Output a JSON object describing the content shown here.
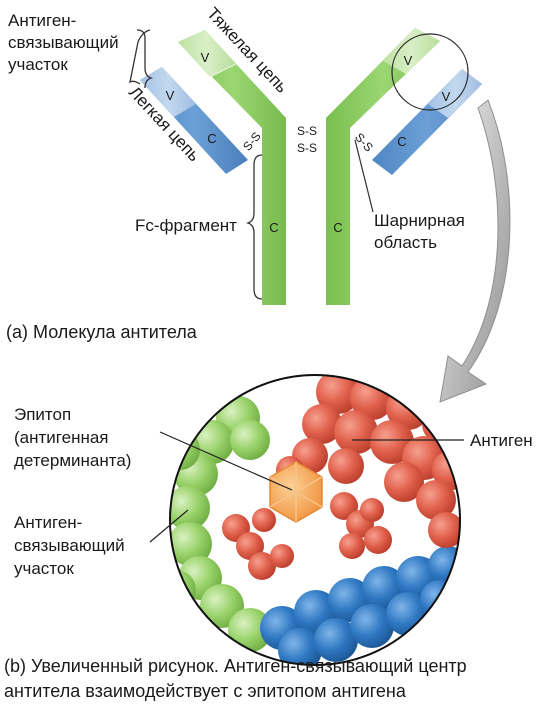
{
  "labels": {
    "antigen_binding_site_top": [
      "Антиген-",
      "связывающий",
      "участок"
    ],
    "heavy_chain": "Тяжелая цепь",
    "light_chain": "Легкая цепь",
    "fc_fragment": "Fc-фрагмент",
    "hinge_region": [
      "Шарнирная",
      "область"
    ],
    "caption_a": "(а) Молекула антитела",
    "epitope": [
      "Эпитоп",
      "(антигенная",
      "детерминанта)"
    ],
    "antigen": "Антиген",
    "antigen_binding_site_bottom": [
      "Антиген-",
      "связывающий",
      "участок"
    ],
    "caption_b": [
      "(b) Увеличенный рисунок. Антиген-связывающий центр",
      "антитела взаимодействует с эпитопом антигена"
    ]
  },
  "segments": {
    "variable": "V",
    "constant": "C",
    "disulfide": "S-S"
  },
  "colors": {
    "heavy_green": "#8ccc63",
    "heavy_green_light": "#c8e8ae",
    "light_blue": "#5b8ec9",
    "light_blue_pale": "#a9c6e6",
    "antigen_red": "#e0624e",
    "epitope_orange": "#f3a24c",
    "blue_molecule": "#2f78c2",
    "arrow_gray": "#a6a6a6"
  }
}
